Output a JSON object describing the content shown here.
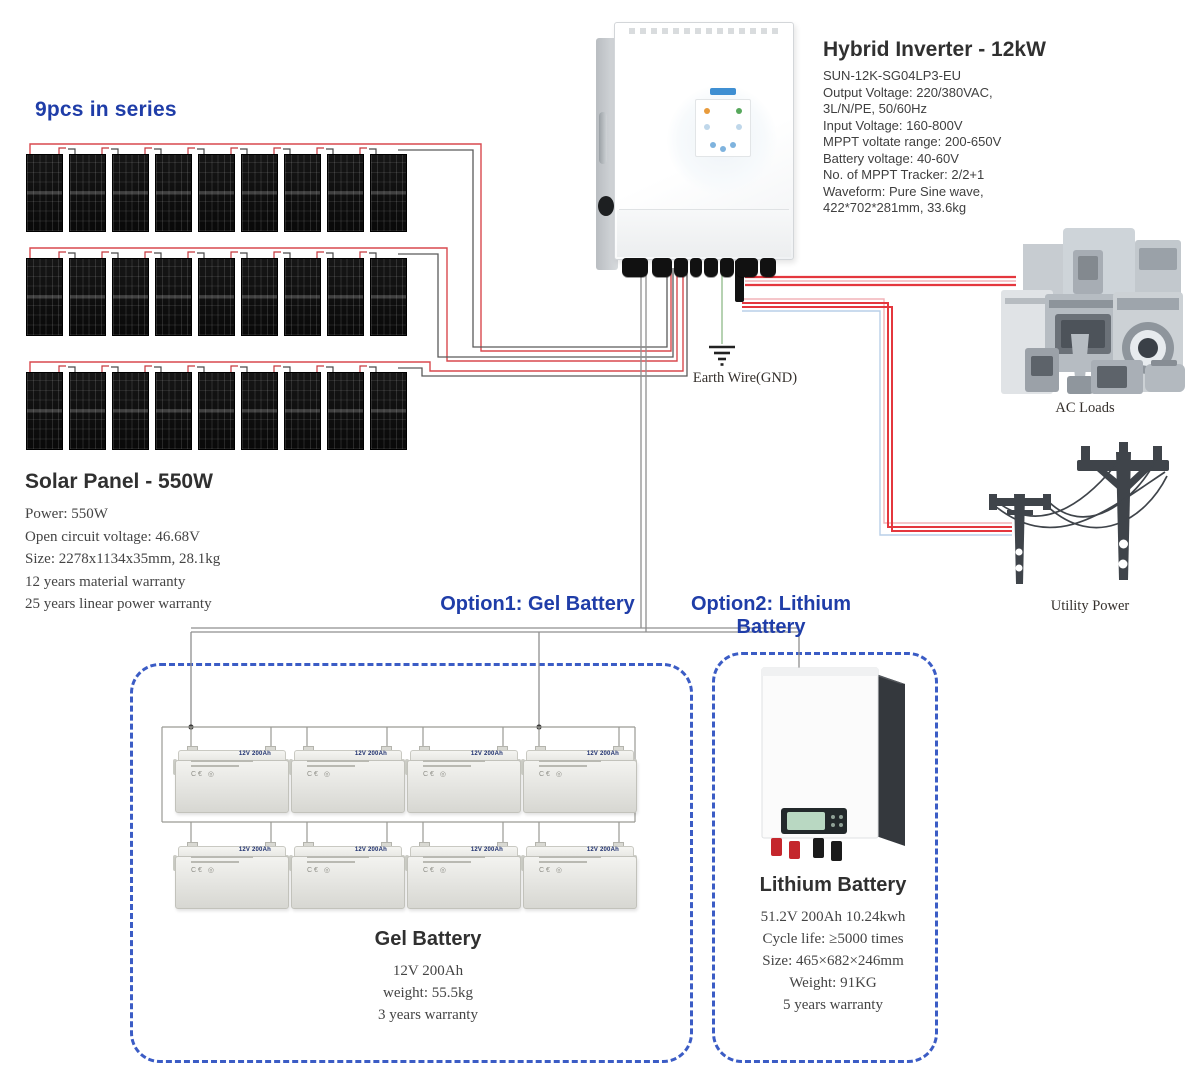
{
  "colors": {
    "accent_blue": "#1f3da8",
    "dashed_blue": "#3b5cc5",
    "wire_red": "#e4373e",
    "wire_pink": "#f2b3b8",
    "wire_light_blue": "#b9cfe8",
    "wire_dark": "#555555",
    "wire_gray": "#8f8f8f",
    "wire_green": "#a4c79e",
    "panel_black": "#0d0d0d"
  },
  "solar_array": {
    "series_label": "9pcs in series",
    "rows": 3,
    "panels_per_row": 9,
    "title": "Solar Panel - 550W",
    "specs": [
      "Power: 550W",
      "Open circuit voltage: 46.68V",
      "Size: 2278x1134x35mm, 28.1kg",
      "12 years material warranty",
      "25 years linear power warranty"
    ]
  },
  "inverter": {
    "title": "Hybrid Inverter - 12kW",
    "specs": [
      "SUN-12K-SG04LP3-EU",
      "Output Voltage: 220/380VAC,",
      "3L/N/PE, 50/60Hz",
      "Input Voltage: 160-800V",
      "MPPT voltate range: 200-650V",
      "Battery voltage: 40-60V",
      "No. of MPPT Tracker: 2/2+1",
      "Waveform: Pure Sine wave,",
      "422*702*281mm, 33.6kg"
    ]
  },
  "earth": {
    "label": "Earth Wire(GND)"
  },
  "ac_loads": {
    "label": "AC Loads"
  },
  "utility": {
    "label": "Utility Power"
  },
  "options": {
    "option1": "Option1: Gel Battery",
    "option2": "Option2: Lithium Battery"
  },
  "gel_battery": {
    "count": 8,
    "unit_label": "12V 200Ah",
    "title": "Gel Battery",
    "specs": [
      "12V 200Ah",
      "weight: 55.5kg",
      "3 years warranty"
    ]
  },
  "lithium_battery": {
    "title": "Lithium Battery",
    "specs": [
      "51.2V 200Ah 10.24kwh",
      "Cycle life: ≥5000 times",
      "Size: 465×682×246mm",
      "Weight: 91KG",
      "5 years warranty"
    ]
  }
}
